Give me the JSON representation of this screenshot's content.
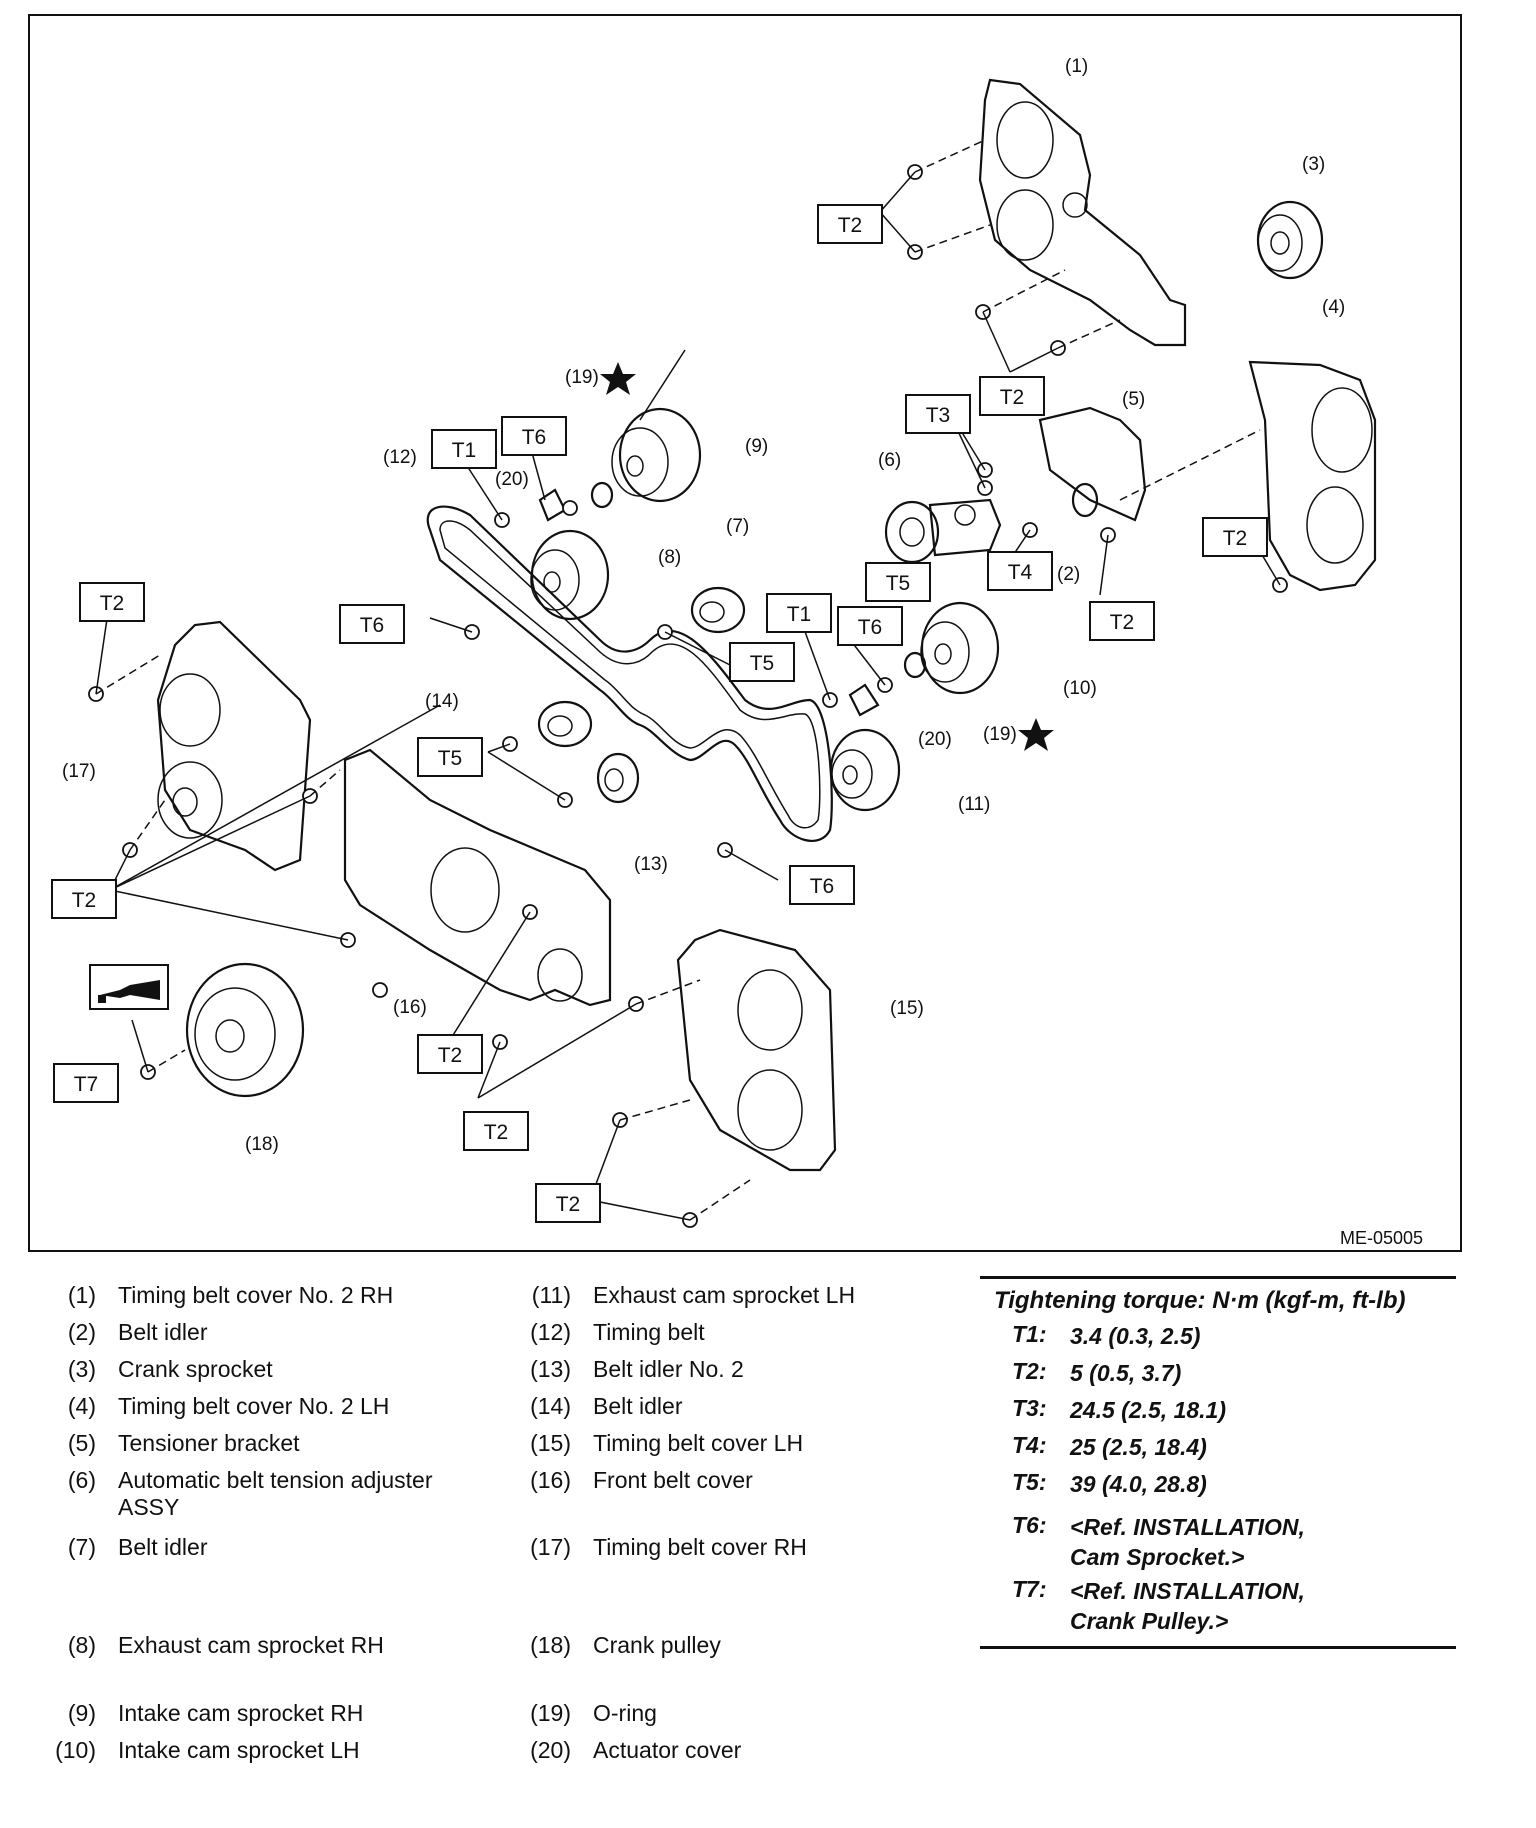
{
  "figure_code": "ME-05005",
  "callouts": [
    "(1)",
    "(2)",
    "(3)",
    "(4)",
    "(5)",
    "(6)",
    "(7)",
    "(8)",
    "(9)",
    "(10)",
    "(11)",
    "(12)",
    "(13)",
    "(14)",
    "(15)",
    "(16)",
    "(17)",
    "(18)",
    "(19)",
    "(20)"
  ],
  "torque_codes": [
    "T1",
    "T2",
    "T3",
    "T4",
    "T5",
    "T6",
    "T7"
  ],
  "legend": [
    {
      "num": "(1)",
      "text": "Timing belt cover No. 2 RH"
    },
    {
      "num": "(2)",
      "text": "Belt idler"
    },
    {
      "num": "(3)",
      "text": "Crank sprocket"
    },
    {
      "num": "(4)",
      "text": "Timing belt cover No. 2 LH"
    },
    {
      "num": "(5)",
      "text": "Tensioner bracket"
    },
    {
      "num": "(6)",
      "text": "Automatic belt tension adjuster ASSY"
    },
    {
      "num": "(7)",
      "text": "Belt idler"
    },
    {
      "num": "(8)",
      "text": "Exhaust cam sprocket RH"
    },
    {
      "num": "(9)",
      "text": "Intake cam sprocket RH"
    },
    {
      "num": "(10)",
      "text": "Intake cam sprocket LH"
    },
    {
      "num": "(11)",
      "text": "Exhaust cam sprocket LH"
    },
    {
      "num": "(12)",
      "text": "Timing belt"
    },
    {
      "num": "(13)",
      "text": "Belt idler No. 2"
    },
    {
      "num": "(14)",
      "text": "Belt idler"
    },
    {
      "num": "(15)",
      "text": "Timing belt cover LH"
    },
    {
      "num": "(16)",
      "text": "Front belt cover"
    },
    {
      "num": "(17)",
      "text": "Timing belt cover RH"
    },
    {
      "num": "(18)",
      "text": "Crank pulley"
    },
    {
      "num": "(19)",
      "text": "O-ring"
    },
    {
      "num": "(20)",
      "text": "Actuator cover"
    }
  ],
  "torque": {
    "title": "Tightening torque: N·m (kgf-m, ft-lb)",
    "rows": [
      {
        "code": "T1:",
        "value": "3.4 (0.3, 2.5)"
      },
      {
        "code": "T2:",
        "value": "5 (0.5, 3.7)"
      },
      {
        "code": "T3:",
        "value": "24.5 (2.5, 18.1)"
      },
      {
        "code": "T4:",
        "value": "25 (2.5, 18.4)"
      },
      {
        "code": "T5:",
        "value": "39 (4.0, 28.8)"
      },
      {
        "code": "T6:",
        "value": "<Ref. INSTALLATION, Cam Sprocket.>"
      },
      {
        "code": "T7:",
        "value": "<Ref. INSTALLATION, Crank Pulley.>"
      }
    ]
  }
}
